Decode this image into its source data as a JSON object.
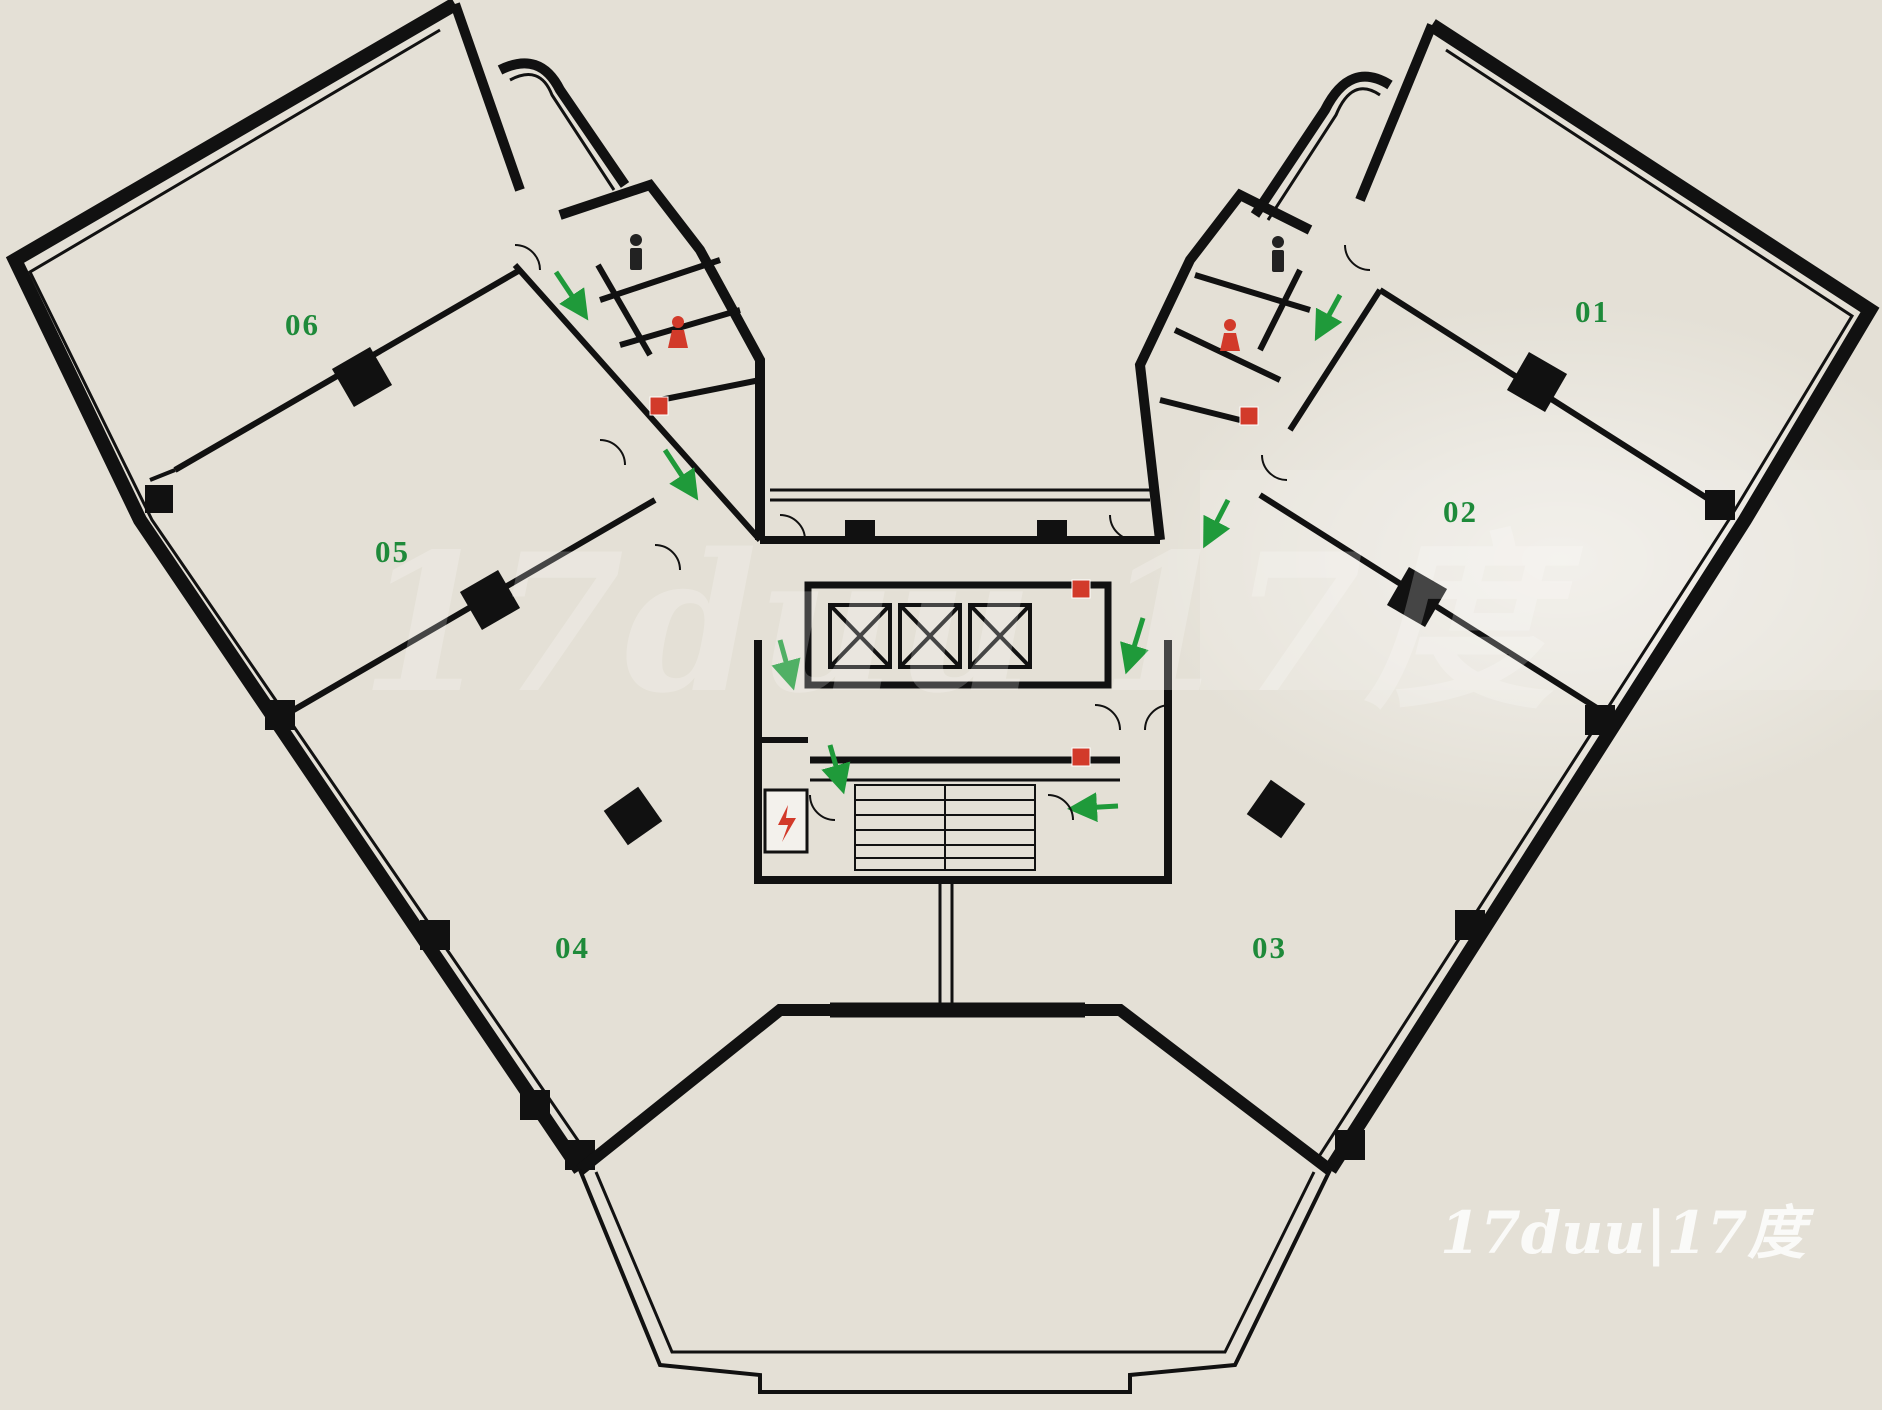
{
  "title": "",
  "units": [
    {
      "id": "01",
      "label": "01"
    },
    {
      "id": "02",
      "label": "02"
    },
    {
      "id": "03",
      "label": "03"
    },
    {
      "id": "04",
      "label": "04"
    },
    {
      "id": "05",
      "label": "05"
    },
    {
      "id": "06",
      "label": "06"
    }
  ],
  "watermark": {
    "center": "17duu 17度",
    "corner": "17duu|17度"
  },
  "colors": {
    "wall": "#111111",
    "label": "#1e8a3a",
    "exit_arrow": "#1f9a3a",
    "restroom_men": "#222222",
    "restroom_women": "#d23a2a",
    "fire_point": "#d23a2a",
    "electrical": "#d23a2a",
    "background": "#e4e0d6"
  },
  "icons": [
    "male-restroom-icon",
    "female-restroom-icon",
    "fire-extinguisher-icon",
    "electrical-hazard-icon",
    "elevator-icon",
    "exit-arrow-icon"
  ]
}
